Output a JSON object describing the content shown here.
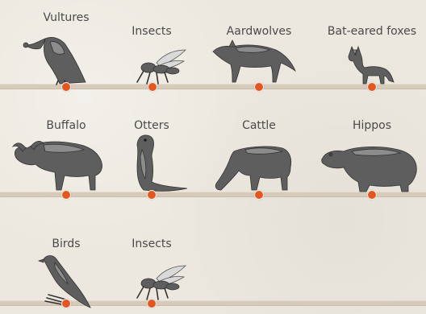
{
  "rows": [
    {
      "items": [
        {
          "label": "Vultures",
          "icon": "vulture-icon"
        },
        {
          "label": "Insects",
          "icon": "insect-icon"
        },
        {
          "label": "Aardwolves",
          "icon": "aardwolf-icon"
        },
        {
          "label": "Bat-eared foxes",
          "icon": "bat-eared-fox-icon"
        }
      ]
    },
    {
      "items": [
        {
          "label": "Buffalo",
          "icon": "buffalo-icon"
        },
        {
          "label": "Otters",
          "icon": "otter-icon"
        },
        {
          "label": "Cattle",
          "icon": "cattle-icon"
        },
        {
          "label": "Hippos",
          "icon": "hippo-icon"
        }
      ]
    },
    {
      "items": [
        {
          "label": "Birds",
          "icon": "bird-icon"
        },
        {
          "label": "Insects",
          "icon": "insect-icon"
        }
      ]
    }
  ],
  "colors": {
    "background": "#ece8df",
    "line": "#d6cbbb",
    "marker": "#e4561f",
    "label": "#4a4a4a",
    "animal": "#5e5e5e"
  }
}
